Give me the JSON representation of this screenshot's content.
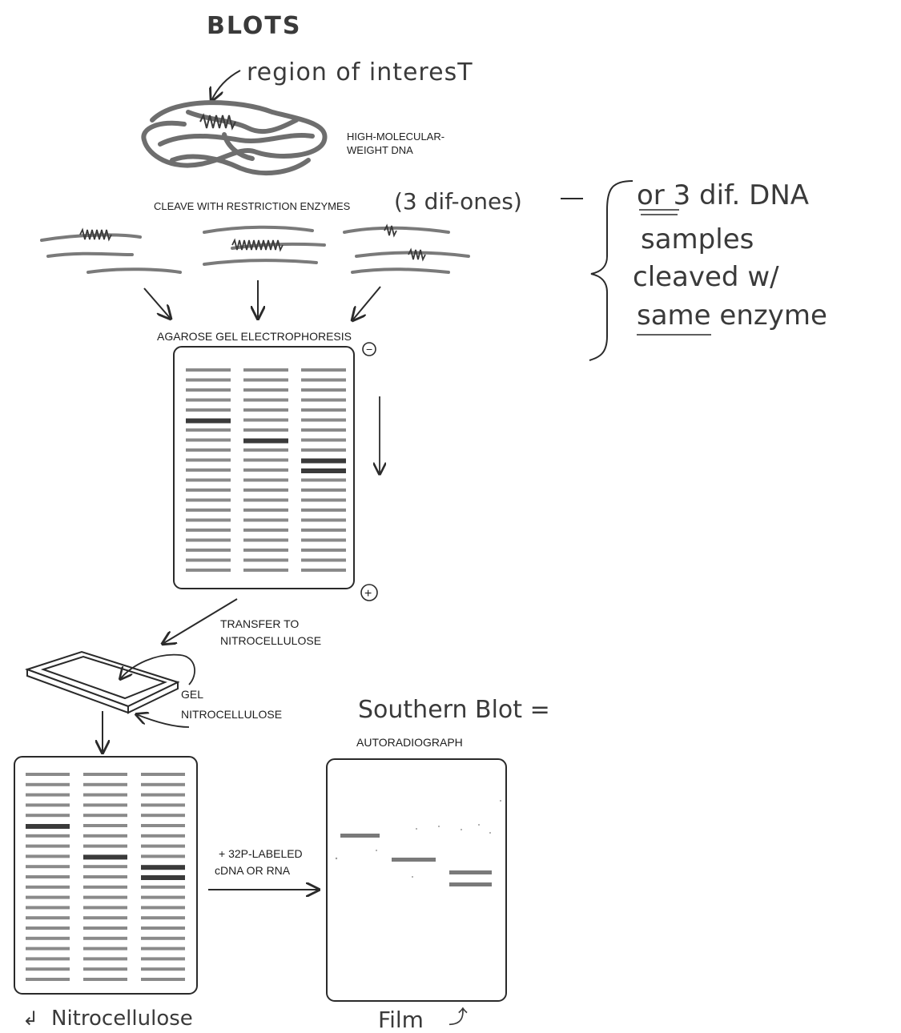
{
  "title": "BLOTS",
  "annotations": {
    "region_of_interest": "region of interesT",
    "dna_label_line1": "HIGH-MOLECULAR-",
    "dna_label_line2": "WEIGHT DNA",
    "cleave_label": "CLEAVE WITH RESTRICTION ENZYMES",
    "cleave_note": "(3 dif-ones)",
    "side_note_line1": "or  3 dif. DNA",
    "side_note_line2": "samples",
    "side_note_line3": "cleaved w/",
    "side_note_line4": "same  enzyme",
    "gel_label": "AGAROSE GEL ELECTROPHORESIS",
    "minus_sign": "−",
    "plus_sign": "+",
    "transfer_line1": "TRANSFER TO",
    "transfer_line2": "NITROCELLULOSE",
    "gel_stack_label": "GEL",
    "nitro_stack_label": "NITROCELLULOSE",
    "southern_blot": "Southern Blot =",
    "autoradiograph": "AUTORADIOGRAPH",
    "probe_line1": "+ 32P-LABELED",
    "probe_line2": "cDNA OR RNA",
    "nitro_caption": "Nitrocellulose",
    "film_caption": "Film"
  },
  "colors": {
    "ink": "#3a3a3a",
    "band": "#7a7a7a",
    "frame": "#2a2a2a"
  }
}
